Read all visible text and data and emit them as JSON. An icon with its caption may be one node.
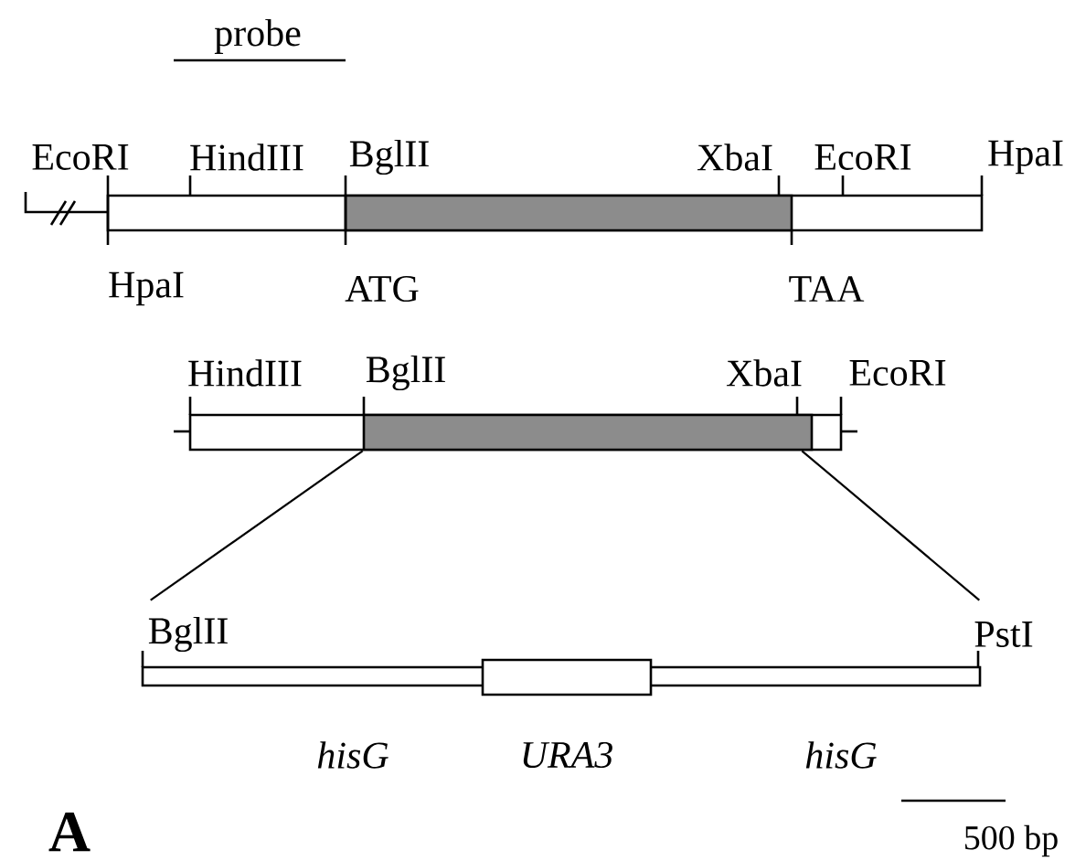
{
  "diagram": {
    "nodes": [
      {
        "text": [],
        "shape": "bar"
      },
      {
        "text": [],
        "shape": "bar"
      }
    ],
    "edges": [
      {
        "from": 0,
        "to": 1,
        "arrow": "none"
      },
      {
        "from": 0,
        "to": 1,
        "arrow": "none"
      }
    ],
    "labels": [
      "probe",
      "EcoRI",
      "HindIII",
      "BglII",
      "XbaI",
      "EcoRI",
      "HpaI",
      "HpaI",
      "ATG",
      "TAA",
      "HindIII",
      "BglII",
      "XbaI",
      "EcoRI",
      "BglII",
      "PstI",
      "hisG",
      "URA3",
      "hisG",
      "A",
      "500 bp"
    ]
  }
}
